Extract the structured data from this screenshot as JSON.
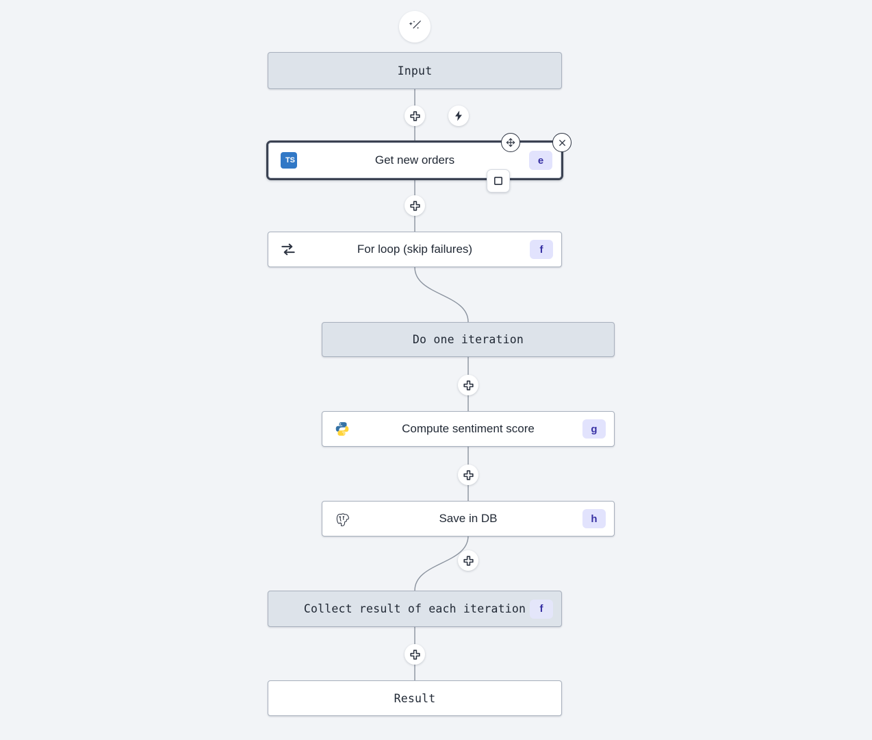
{
  "canvas": {
    "background_color": "#f2f4f7",
    "accent_badge_bg": "#e2e3fd",
    "accent_badge_fg": "#3730a3",
    "virtual_node_bg": "#dde3ea",
    "selected_border_color": "#3b4252"
  },
  "toolbar": {
    "ai_wand_icon": "magic-wand-icon",
    "trigger_icon": "lightning-bolt-icon",
    "add_icon": "plus-icon",
    "move_icon": "move-handle-icon",
    "close_icon": "close-x-icon",
    "stop_icon": "stop-square-icon"
  },
  "nodes": [
    {
      "id": "input",
      "label": "Input",
      "style": "virtual",
      "font": "mono",
      "icon": null,
      "badge": null
    },
    {
      "id": "get-new-orders",
      "label": "Get new orders",
      "style": "selected",
      "font": "sans",
      "icon": "typescript-icon",
      "icon_text": "TS",
      "badge": "e"
    },
    {
      "id": "for-loop",
      "label": "For loop (skip failures)",
      "style": "plain",
      "font": "sans",
      "icon": "loop-repeat-icon",
      "badge": "f"
    },
    {
      "id": "do-one-iteration",
      "label": "Do one iteration",
      "style": "virtual",
      "font": "mono",
      "icon": null,
      "badge": null
    },
    {
      "id": "compute-sentiment-score",
      "label": "Compute sentiment score",
      "style": "plain",
      "font": "sans",
      "icon": "python-icon",
      "badge": "g"
    },
    {
      "id": "save-in-db",
      "label": "Save in DB",
      "style": "plain",
      "font": "sans",
      "icon": "postgresql-icon",
      "badge": "h"
    },
    {
      "id": "collect-result",
      "label": "Collect result of each iteration",
      "style": "virtual",
      "font": "mono",
      "icon": null,
      "badge": "f"
    },
    {
      "id": "result",
      "label": "Result",
      "style": "plain",
      "font": "mono",
      "icon": null,
      "badge": null
    }
  ]
}
